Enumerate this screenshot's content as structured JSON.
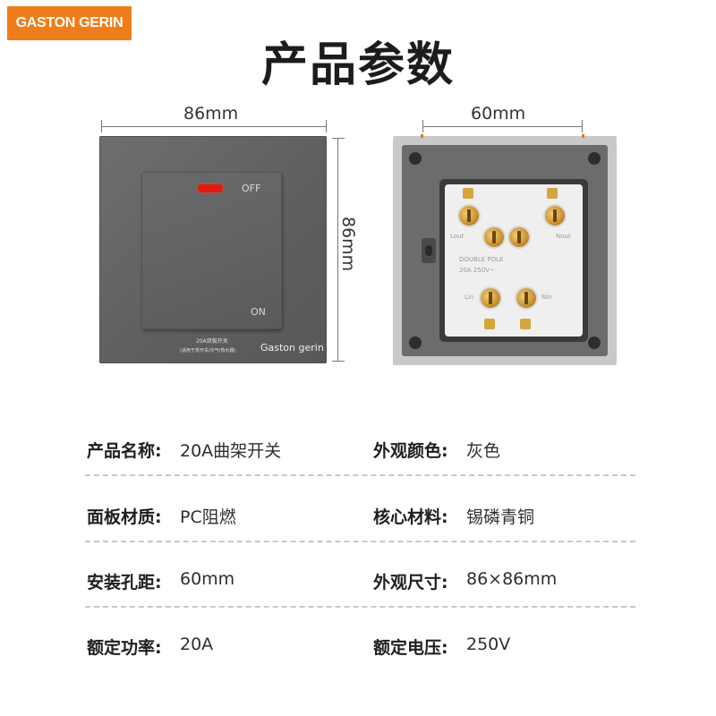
{
  "brand_badge": "GASTON GERIN",
  "title": "产品参数",
  "dimensions": {
    "front_width": "86mm",
    "front_height": "86mm",
    "hole_spacing": "60mm"
  },
  "panel": {
    "off_label": "OFF",
    "on_label": "ON",
    "spec_line_1": "20A双极开关",
    "spec_line_2": "(适用于烘开关/冷气/热水器)",
    "brand": "Gaston gerin"
  },
  "module": {
    "l_out": "Lout",
    "n_out": "Nout",
    "pole_text": "DOUBLE POLE",
    "rating_text": "20A 250V~",
    "l_in": "Lin",
    "n_in": "Nin"
  },
  "specs": [
    {
      "left_key": "产品名称:",
      "left_val": "20A曲架开关",
      "right_key": "外观颜色:",
      "right_val": "灰色"
    },
    {
      "left_key": "面板材质:",
      "left_val": "PC阻燃",
      "right_key": "核心材料:",
      "right_val": "锡磷青铜"
    },
    {
      "left_key": "安装孔距:",
      "left_val": "60mm",
      "right_key": "外观尺寸:",
      "right_val": "86×86mm"
    },
    {
      "left_key": "额定功率:",
      "left_val": "20A",
      "right_key": "额定电压:",
      "right_val": "250V"
    }
  ],
  "colors": {
    "badge": "#ef7d1a",
    "panel": "#646466",
    "indicator": "#e21b10"
  }
}
